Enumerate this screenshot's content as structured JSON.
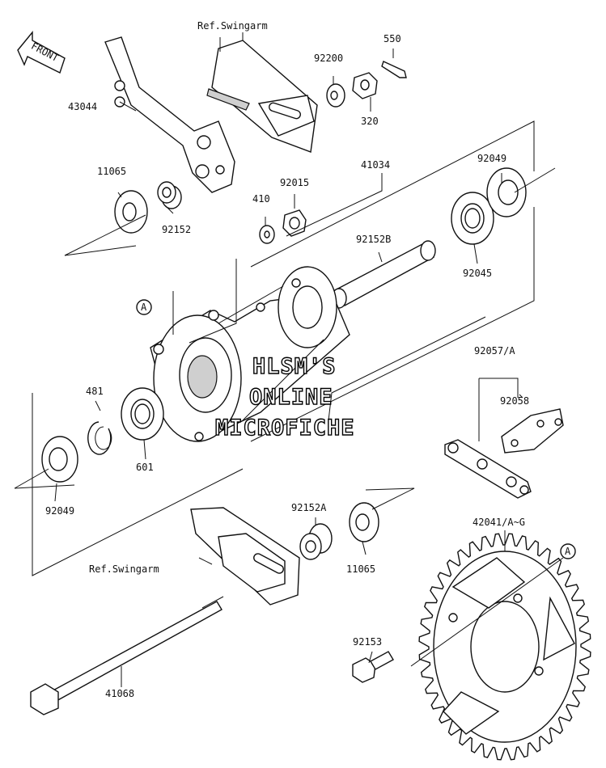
{
  "labels": {
    "ref_swingarm_top": "Ref.Swingarm",
    "ref_swingarm_bottom": "Ref.Swingarm",
    "p550": "550",
    "p92200": "92200",
    "p320": "320",
    "p43044": "43044",
    "p11065_top": "11065",
    "p92152": "92152",
    "p410": "410",
    "p92015": "92015",
    "p41034": "41034",
    "p92049_top": "92049",
    "p92152b": "92152B",
    "p92045": "92045",
    "ref_a_left": "A",
    "ref_a_right": "A",
    "p92057a": "92057/A",
    "p92058": "92058",
    "p481": "481",
    "p601": "601",
    "p92049_bottom": "92049",
    "p92152a": "92152A",
    "p11065_bottom": "11065",
    "p42041": "42041/A~G",
    "p92153": "92153",
    "p41068": "41068",
    "front": "FRONT"
  },
  "watermark": [
    "HLSM'S",
    "ONLINE",
    "MICROFICHE"
  ]
}
